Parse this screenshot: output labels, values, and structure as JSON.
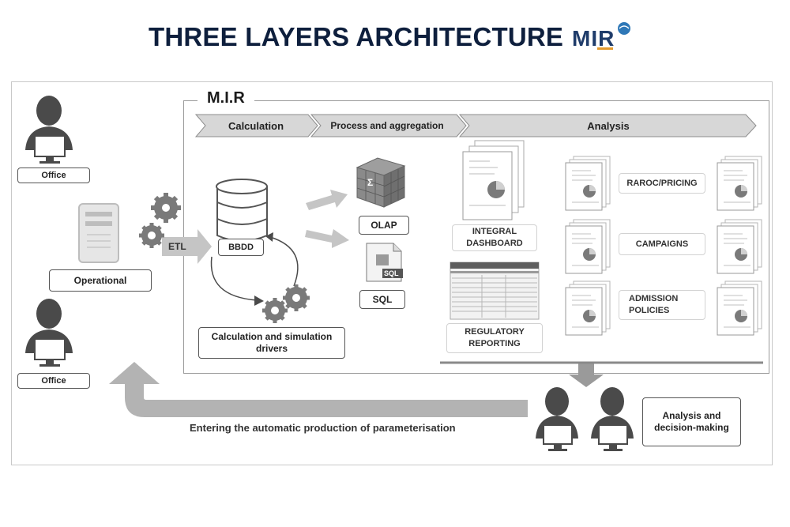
{
  "title": "THREE LAYERS ARCHITECTURE",
  "logo": {
    "text": "MIR"
  },
  "main": {
    "label": "M.I.R"
  },
  "stages": [
    {
      "label": "Calculation"
    },
    {
      "label": "Process and aggregation"
    },
    {
      "label": "Analysis"
    }
  ],
  "left": {
    "office_top": "Office",
    "operational": "Operational",
    "office_bottom": "Office",
    "etl": "ETL"
  },
  "calculation": {
    "bbdd": "BBDD",
    "drivers": "Calculation and simulation drivers"
  },
  "process": {
    "olap": "OLAP",
    "sql": "SQL",
    "cube_sigma": "Σ",
    "sql_tag": "SQL"
  },
  "analysis": {
    "integral_dashboard": "INTEGRAL DASHBOARD",
    "regulatory_reporting": "REGULATORY REPORTING",
    "raroc": "RAROC/PRICING",
    "campaigns": "CAMPAIGNS",
    "admission": "ADMISSION POLICIES"
  },
  "decision": {
    "label": "Analysis and decision-making"
  },
  "feedback": {
    "label": "Entering the automatic production of parameterisation"
  },
  "colors": {
    "title": "#0e1f3d",
    "chevron": "#d7d7d7",
    "icon": "#4a4a4a",
    "arrow": "#b3b3b3"
  }
}
